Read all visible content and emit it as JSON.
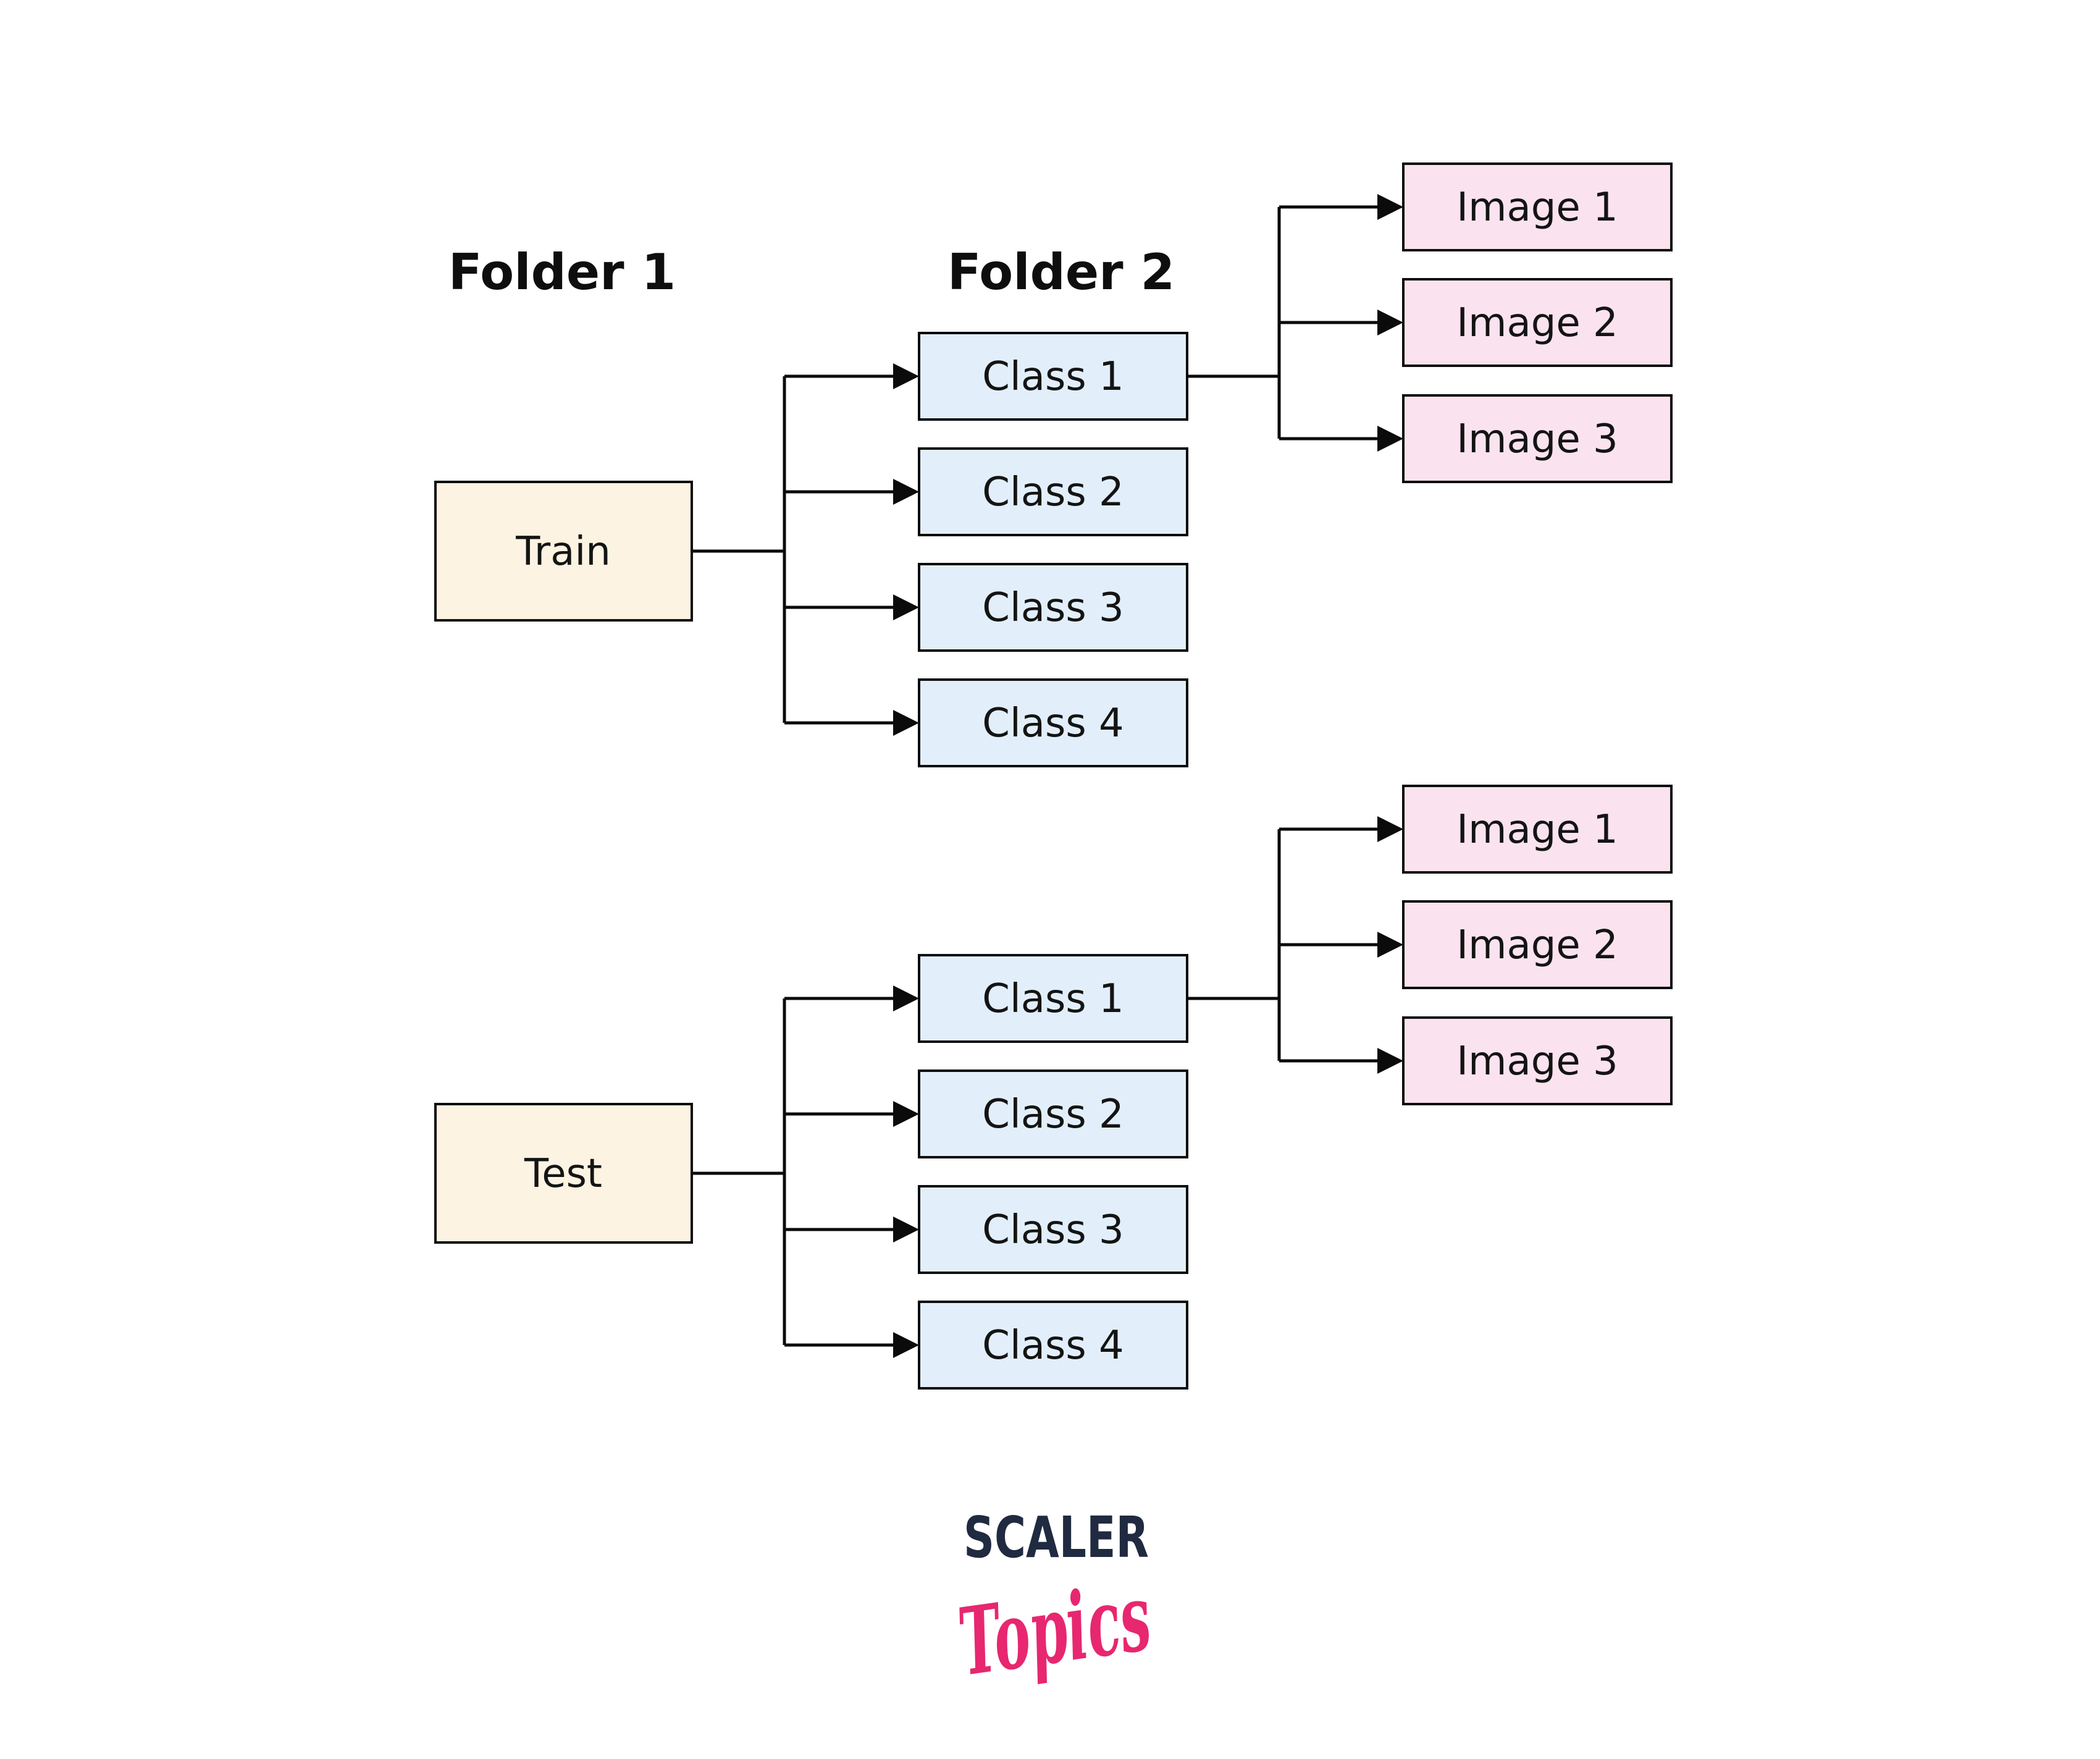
{
  "diagram": {
    "headers": {
      "folder1": "Folder 1",
      "folder2": "Folder 2"
    },
    "train": {
      "root": "Train",
      "classes": [
        "Class 1",
        "Class 2",
        "Class 3",
        "Class 4"
      ],
      "images": [
        "Image 1",
        "Image 2",
        "Image 3"
      ]
    },
    "test": {
      "root": "Test",
      "classes": [
        "Class 1",
        "Class 2",
        "Class 3",
        "Class 4"
      ],
      "images": [
        "Image 1",
        "Image 2",
        "Image 3"
      ]
    }
  },
  "logo": {
    "brand": "SCALER",
    "product": "Topics"
  },
  "colors": {
    "root_fill": "#FCF3E3",
    "class_fill": "#E2EFFB",
    "image_fill": "#FAE3EE",
    "line": "#0B0B0B",
    "brand_navy": "#202A40",
    "brand_pink": "#E7276F"
  }
}
